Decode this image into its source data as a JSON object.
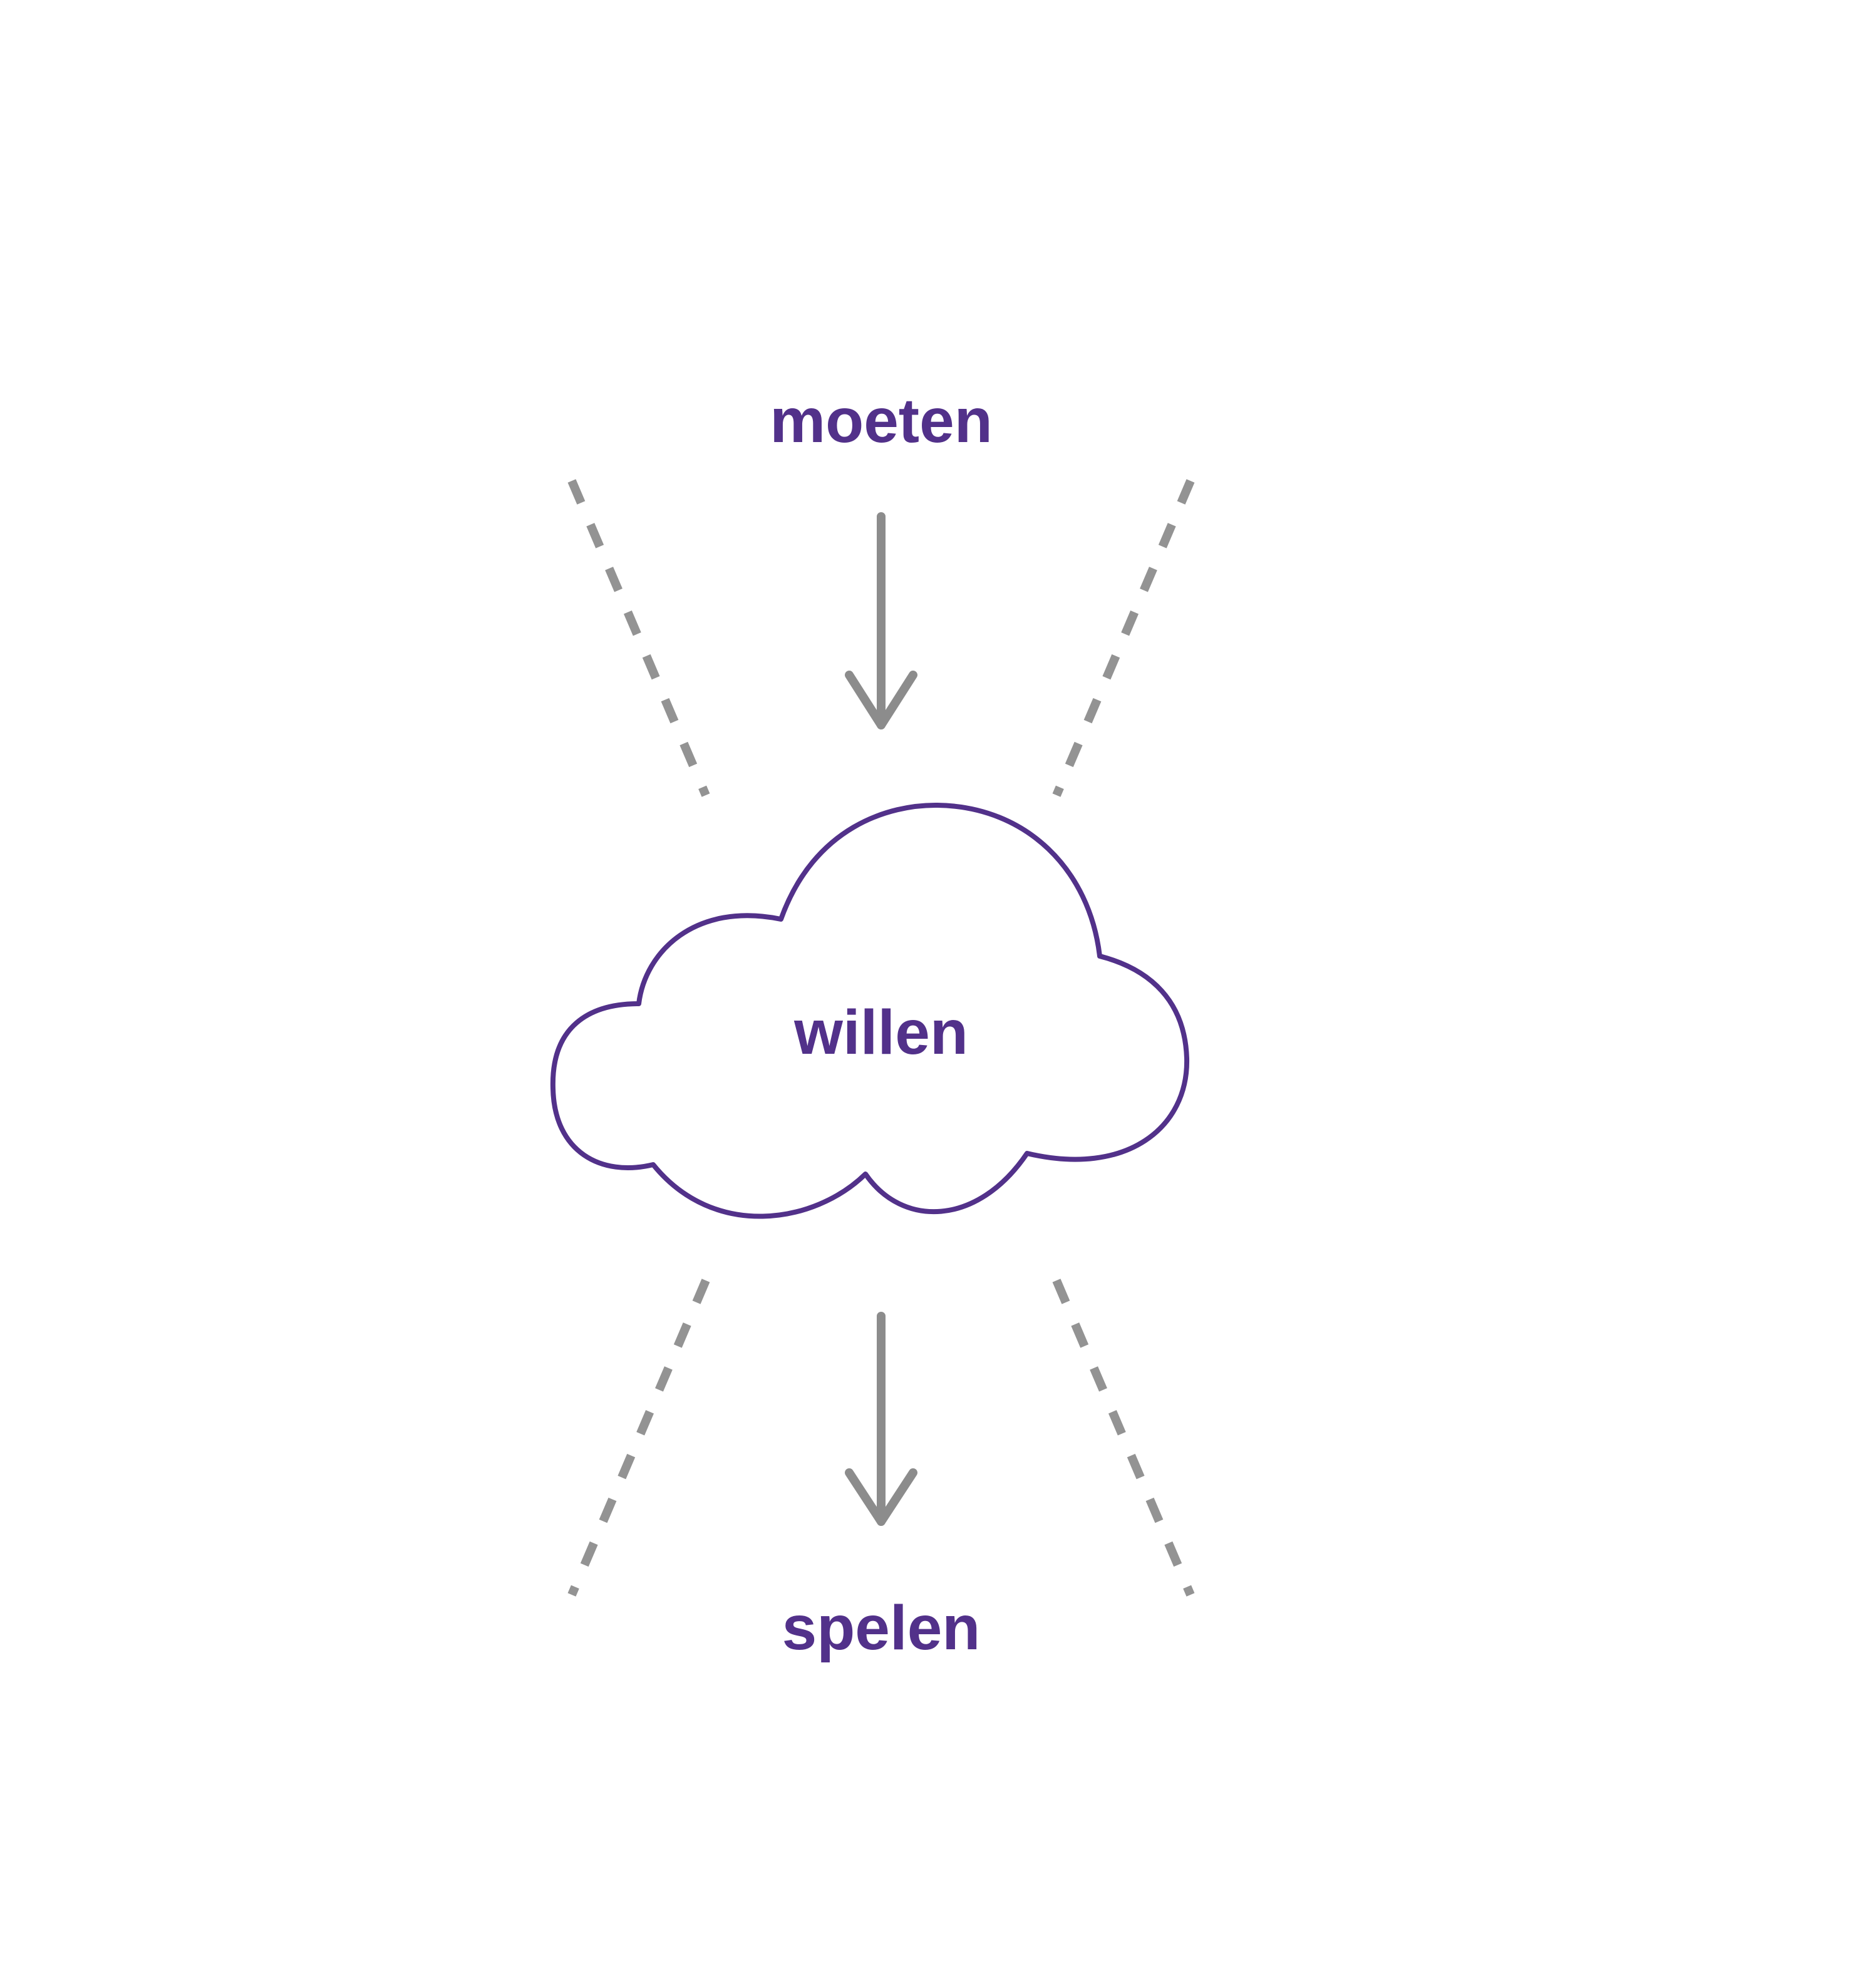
{
  "colors": {
    "text": "#52318a",
    "cloud_outline": "#52318a",
    "arrows": "#8c8c8c",
    "guides": "#939393",
    "background": "#ffffff"
  },
  "labels": {
    "top": "moeten",
    "center": "willen",
    "bottom": "spelen"
  },
  "shapes": {
    "center_shape": "cloud",
    "arrows": [
      "arrow-down",
      "arrow-down"
    ],
    "guides": "dashed-lines"
  }
}
